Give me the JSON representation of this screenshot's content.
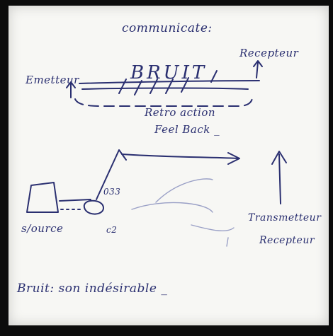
{
  "ink_color": "#2a2f70",
  "paper_color": "#f7f7f4",
  "frame_color": "#0c0c0c",
  "notes": {
    "title": "communicate:",
    "emitter": "Emetteur",
    "noise": "BRUIT",
    "receiver": "Recepteur",
    "feedback_1": "Retro action",
    "feedback_2": "Feel Back _",
    "code": "033",
    "source": "s/ource",
    "receiver_code": "c2",
    "transmitter": "Transmetteur",
    "receiver_bottom": "Recepteur",
    "definition": "Bruit: son indésirable _"
  }
}
